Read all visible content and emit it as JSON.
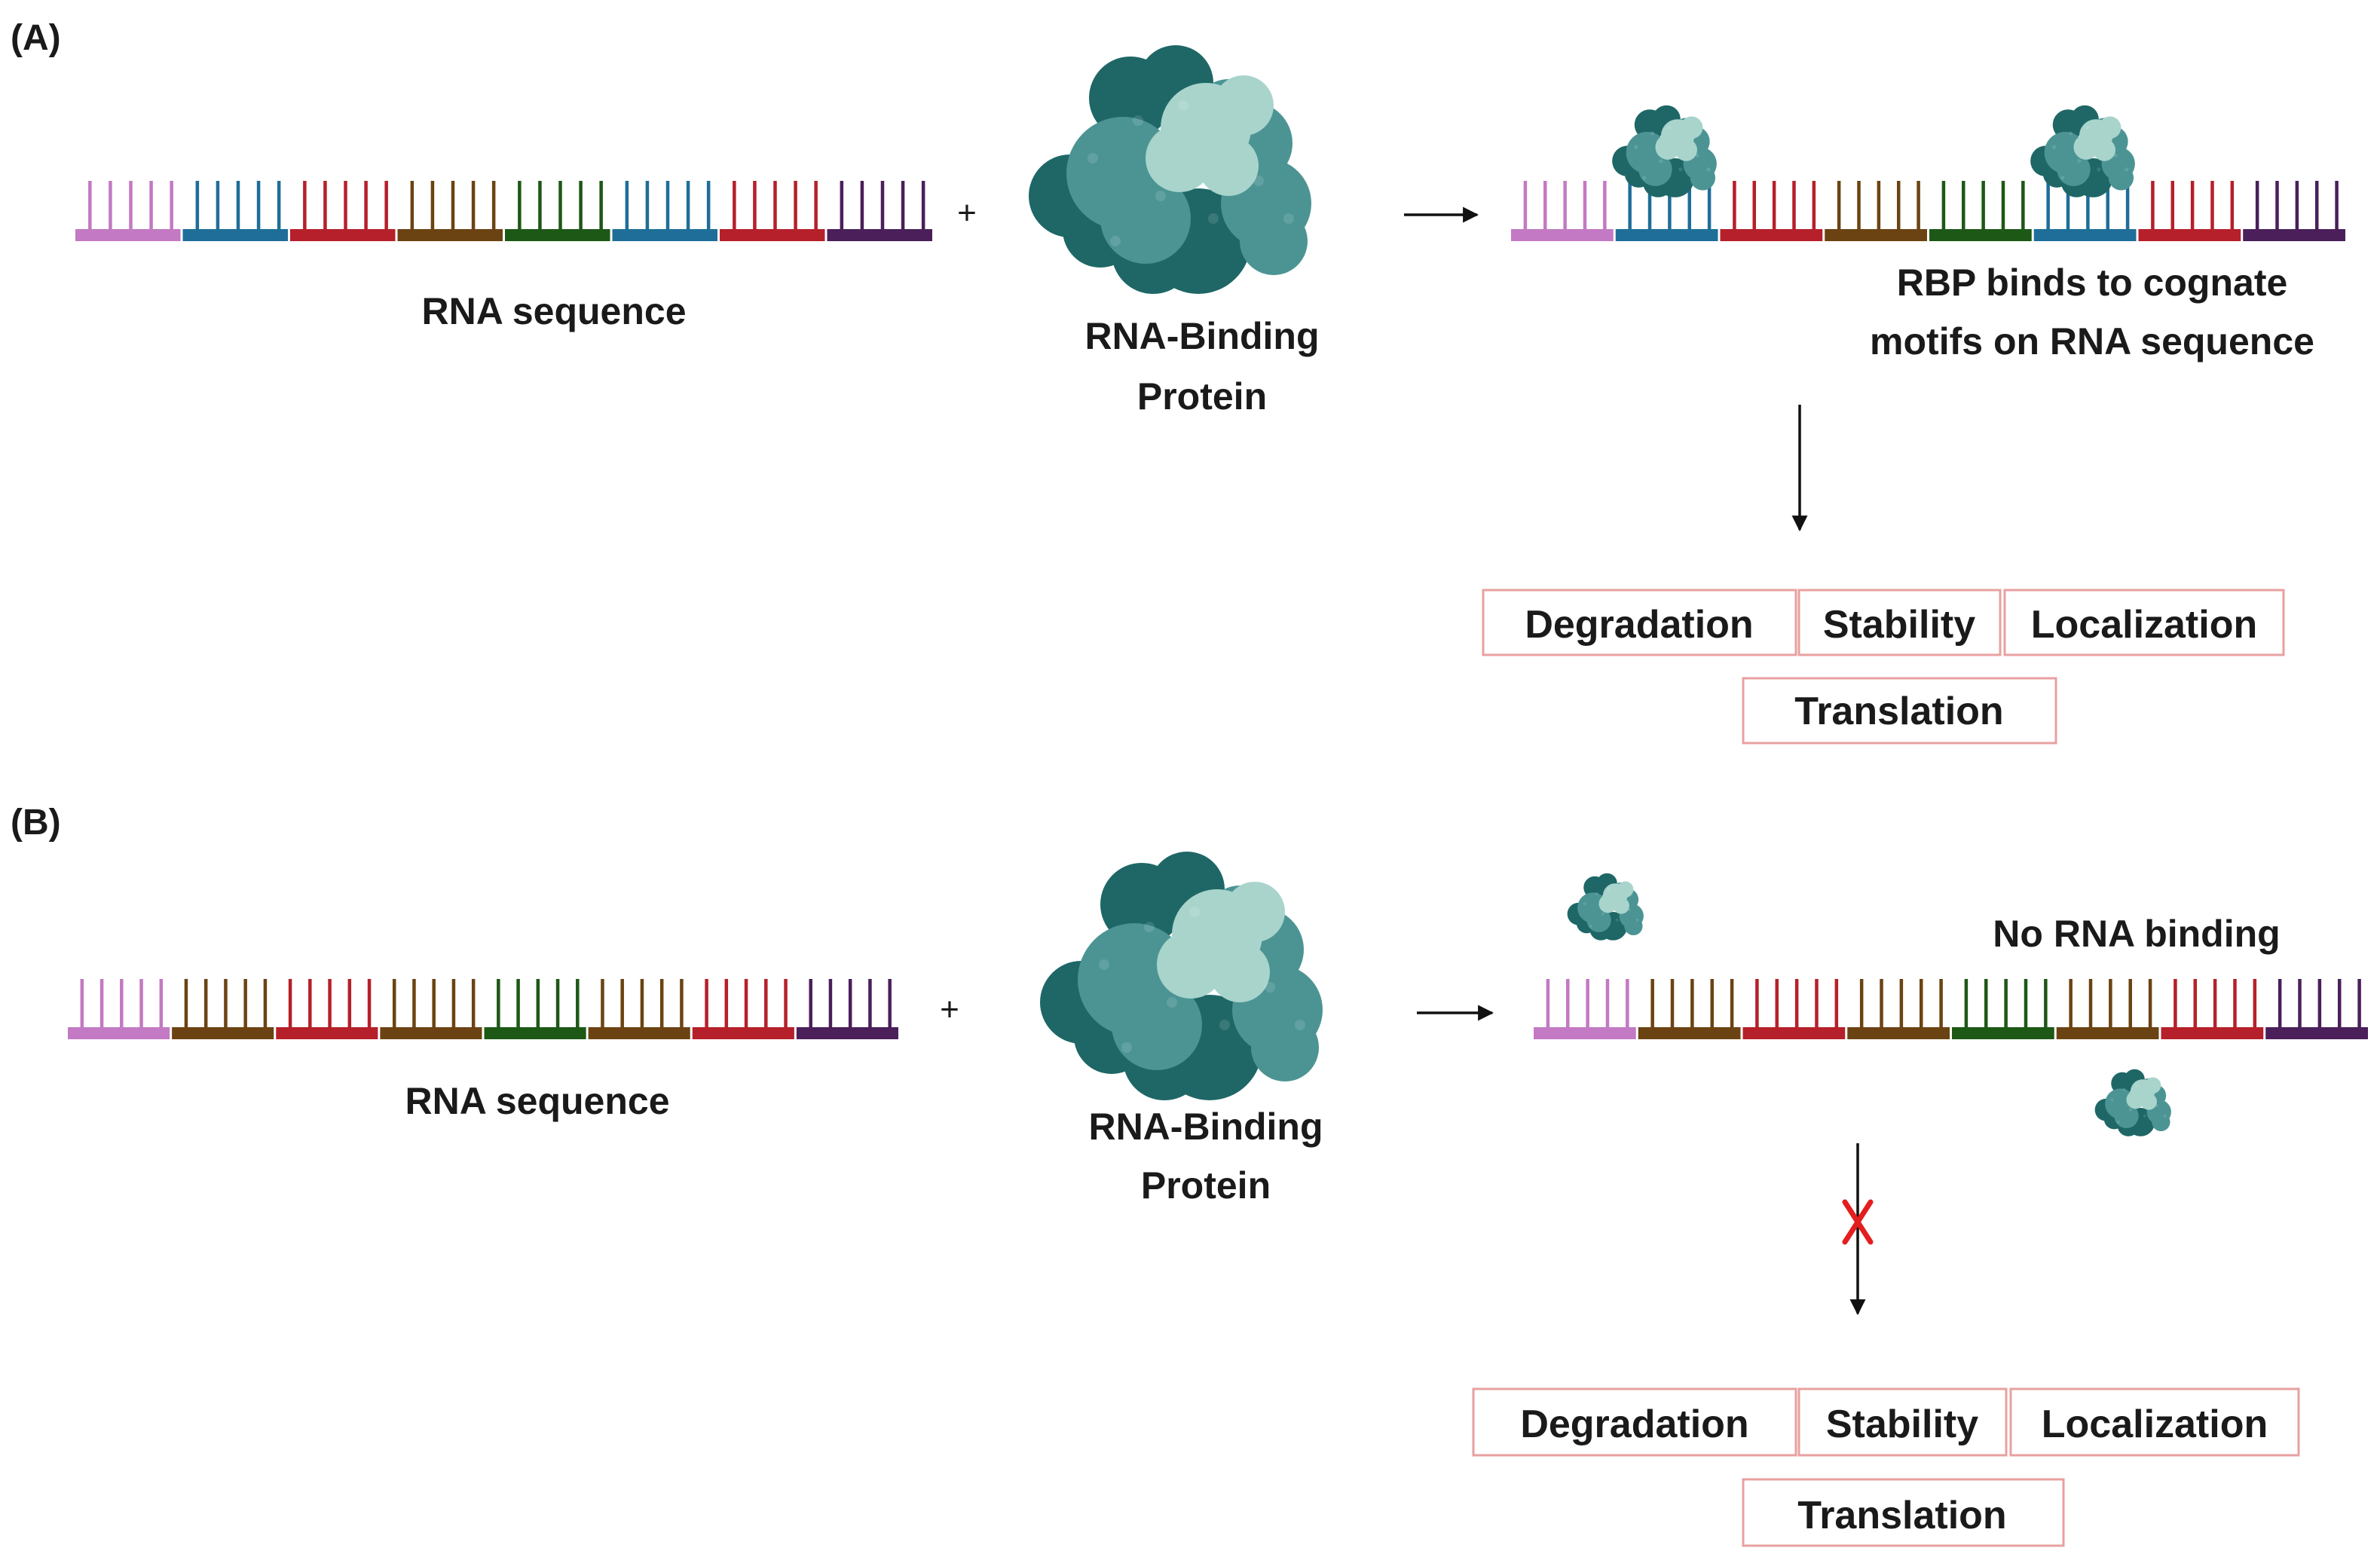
{
  "panel_a": {
    "label": "(A)",
    "rna_label": "RNA sequence",
    "plus": "+",
    "protein_label_line1": "RNA-Binding",
    "protein_label_line2": "Protein",
    "result_line1": "RBP binds to cognate",
    "result_line2": "motifs on RNA sequence",
    "outcomes": [
      "Degradation",
      "Stability",
      "Localization",
      "Translation"
    ]
  },
  "panel_b": {
    "label": "(B)",
    "rna_label": "RNA sequence",
    "plus": "+",
    "protein_label_line1": "RNA-Binding",
    "protein_label_line2": "Protein",
    "result_label": "No RNA binding",
    "outcomes": [
      "Degradation",
      "Stability",
      "Localization",
      "Translation"
    ]
  },
  "colors": {
    "pink": "#c379c3",
    "blue": "#1f6e99",
    "red": "#b5202a",
    "brown": "#6b4312",
    "green": "#1d5816",
    "purple": "#4a1f5a",
    "teal_dark": "#1e6766",
    "teal_mid": "#4c9494",
    "teal_light": "#a8d4cc",
    "box_border": "#e8a0a0",
    "cross": "#e41e1e"
  },
  "sequences": {
    "a_input": [
      "pink",
      "blue",
      "red",
      "brown",
      "green",
      "blue",
      "red",
      "purple"
    ],
    "a_bound": [
      "pink",
      "blue",
      "red",
      "brown",
      "green",
      "blue",
      "red",
      "purple"
    ],
    "b_input": [
      "pink",
      "brown",
      "red",
      "brown",
      "green",
      "brown",
      "red",
      "purple"
    ],
    "b_output": [
      "pink",
      "brown",
      "red",
      "brown",
      "green",
      "brown",
      "red",
      "purple"
    ]
  }
}
